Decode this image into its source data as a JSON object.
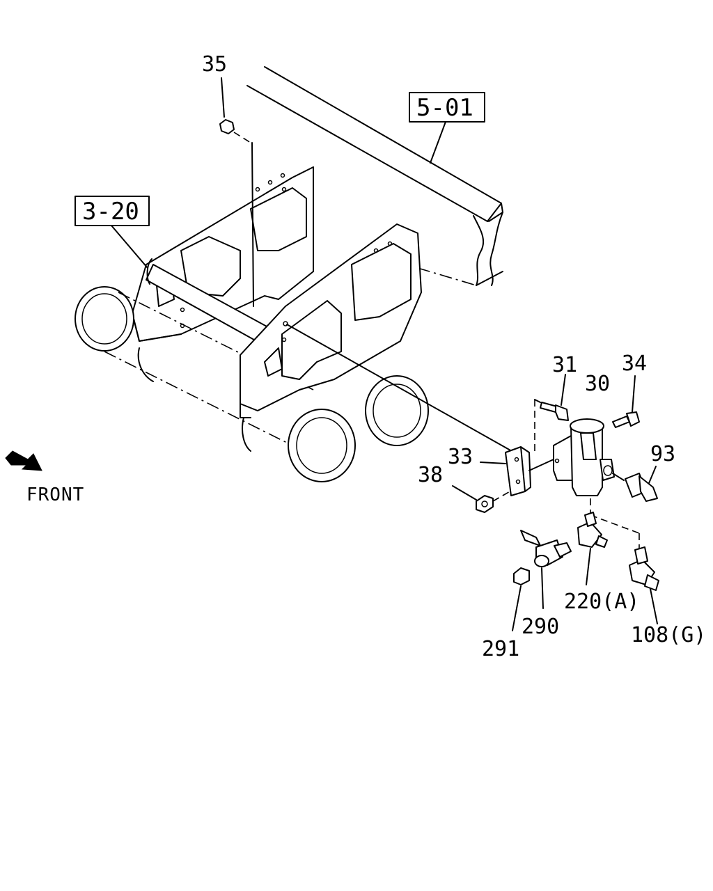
{
  "diagram": {
    "reference_boxes": [
      {
        "id": "ref-5-01",
        "text": "5-01"
      },
      {
        "id": "ref-3-20",
        "text": "3-20"
      }
    ],
    "callouts": {
      "c35": "35",
      "c31": "31",
      "c30": "30",
      "c34": "34",
      "c93": "93",
      "c33": "33",
      "c38": "38",
      "c220": "220(A)",
      "c290": "290",
      "c291": "291",
      "c108": "108(G)"
    },
    "front_label": "FRONT"
  }
}
